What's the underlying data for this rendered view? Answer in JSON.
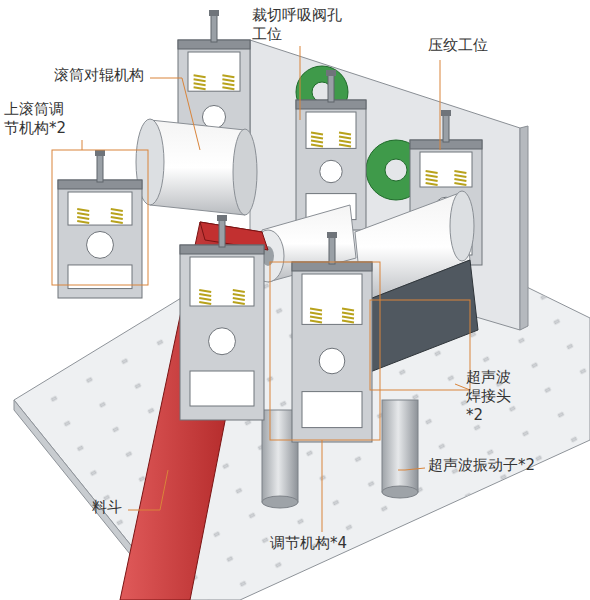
{
  "diagram": {
    "labels": [
      "裁切呼吸阀孔工位",
      "压纹工位",
      "滚筒对辊机构",
      "上滚筒调节机构*2",
      "超声波焊接头*2",
      "超声波振动子*2",
      "调节机构*4",
      "料斗"
    ]
  }
}
